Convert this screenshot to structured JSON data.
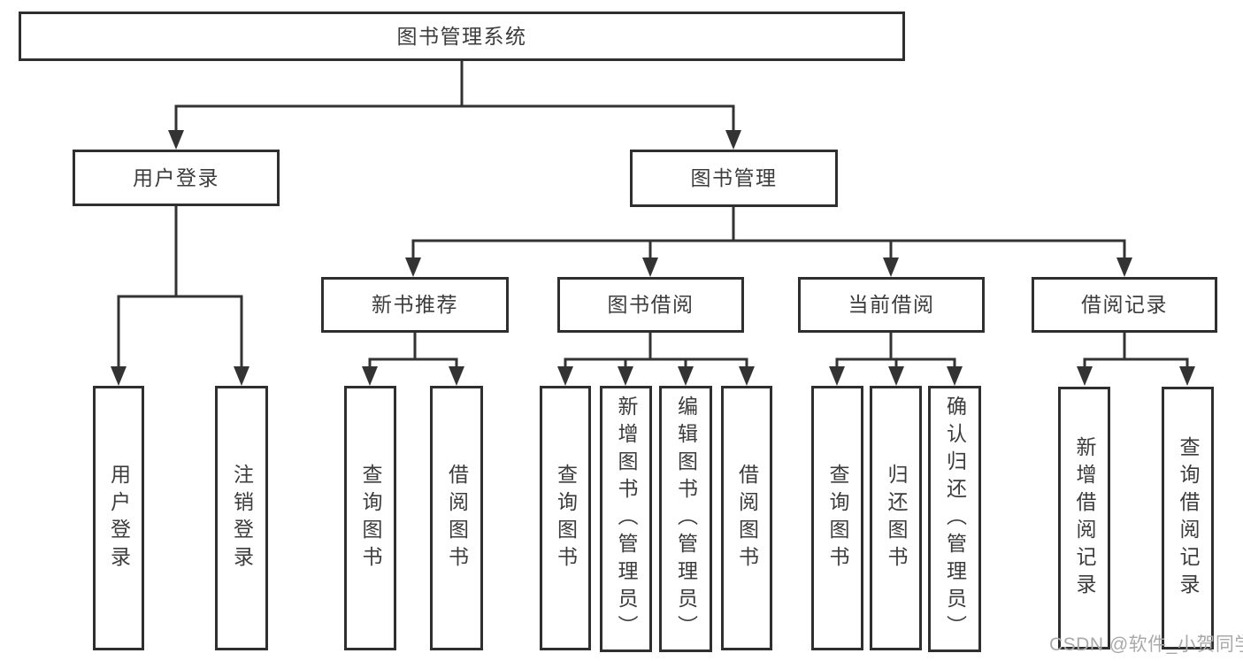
{
  "colors": {
    "background": "#ffffff",
    "box_border": "#2f2f2f",
    "connector_line": "#333333",
    "text": "#3c3c3c",
    "watermark": "#a9a9a9"
  },
  "watermark": "CSDN @软件_小贺同学",
  "tree": {
    "root": {
      "label": "图书管理系统"
    },
    "branches": [
      {
        "label": "用户登录",
        "children": [
          {
            "label": "用户登录"
          },
          {
            "label": "注销登录"
          }
        ]
      },
      {
        "label": "图书管理",
        "groups": [
          {
            "label": "新书推荐",
            "children": [
              {
                "label": "查询图书"
              },
              {
                "label": "借阅图书"
              }
            ]
          },
          {
            "label": "图书借阅",
            "children": [
              {
                "label": "查询图书"
              },
              {
                "label": "新增图书（管理员）"
              },
              {
                "label": "编辑图书（管理员）"
              },
              {
                "label": "借阅图书"
              }
            ]
          },
          {
            "label": "当前借阅",
            "children": [
              {
                "label": "查询图书"
              },
              {
                "label": "归还图书"
              },
              {
                "label": "确认归还（管理员）"
              }
            ]
          },
          {
            "label": "借阅记录",
            "children": [
              {
                "label": "新增借阅记录"
              },
              {
                "label": "查询借阅记录"
              }
            ]
          }
        ]
      }
    ]
  }
}
